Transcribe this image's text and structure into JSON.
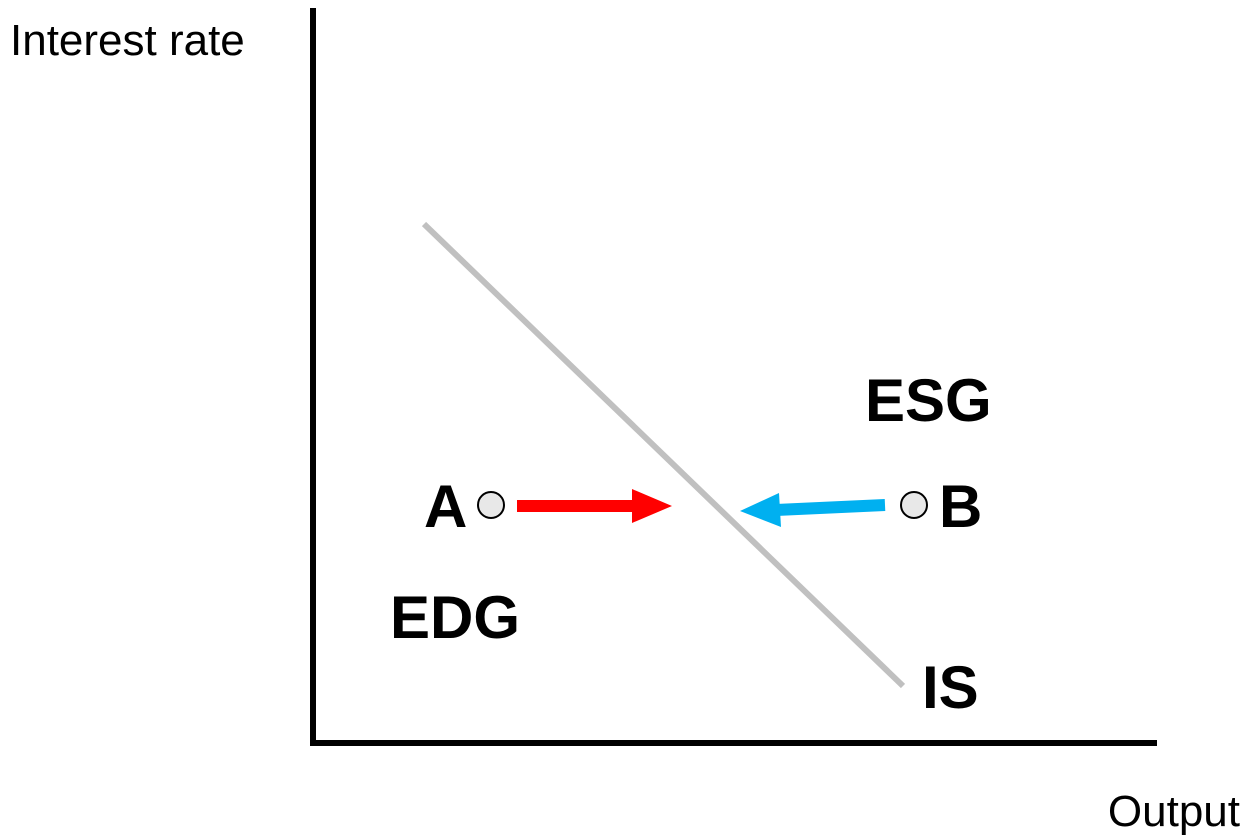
{
  "axes": {
    "y_label": "Interest rate",
    "x_label": "Output"
  },
  "curve": {
    "label": "IS",
    "color": "#c0c0c0"
  },
  "regions": {
    "upper_right": "ESG",
    "lower_left": "EDG"
  },
  "points": {
    "a": {
      "label": "A",
      "fill": "#e8e8e8"
    },
    "b": {
      "label": "B",
      "fill": "#e8e8e8"
    }
  },
  "arrows": {
    "from_a_color": "#ff0000",
    "from_b_color": "#00b0f0"
  },
  "icons": {
    "arrow_from_a": "arrow-right-icon",
    "arrow_from_b": "arrow-left-icon"
  }
}
